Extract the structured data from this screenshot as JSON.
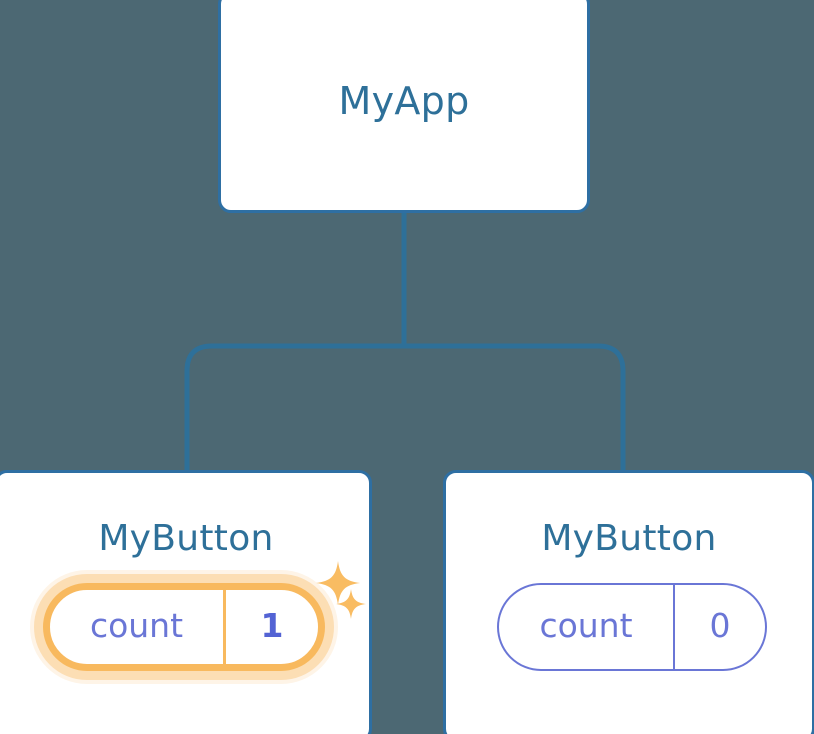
{
  "diagram": {
    "type": "component-tree",
    "background_color": "#4c6873",
    "node_border_color": "#2e6fa3",
    "node_title_color": "#2e7099",
    "state_color": "#6a76d6",
    "highlight_color": "#f8b95e",
    "highlight_glow_color": "#fbdfb0"
  },
  "root": {
    "title": "MyApp"
  },
  "children": [
    {
      "title": "MyButton",
      "state": {
        "key": "count",
        "value": "1"
      },
      "highlighted": true,
      "sparkles": [
        "sparkle-large",
        "sparkle-small"
      ]
    },
    {
      "title": "MyButton",
      "state": {
        "key": "count",
        "value": "0"
      },
      "highlighted": false
    }
  ]
}
